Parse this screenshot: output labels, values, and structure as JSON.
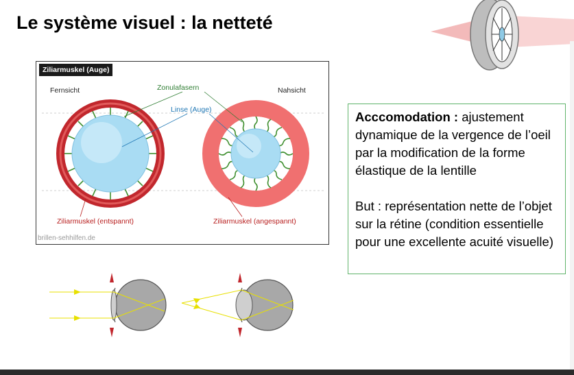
{
  "slide": {
    "title": "Le système visuel : la netteté"
  },
  "figure": {
    "header": "Ziliarmuskel (Auge)",
    "left_title": "Fernsicht",
    "right_title": "Nahsicht",
    "zonule_label": "Zonulafasern",
    "lens_label": "Linse (Auge)",
    "left_muscle_label": "Ziliarmuskel (entspannt)",
    "right_muscle_label": "Ziliarmuskel (angespannt)",
    "credit": "brillen-sehhilfen.de",
    "colors": {
      "muscle_relaxed": "#c1272d",
      "muscle_tense": "#f06b6b",
      "lens": "#9fd5f0",
      "fibers": "#3f8f2f",
      "label_green": "#2e7d32",
      "label_blue": "#1f77b4",
      "label_red": "#b71c1c"
    }
  },
  "text_box": {
    "term": "Acccomodation :",
    "definition": " ajustement dynamique de la vergence de l’oeil par la modification de la forme élastique de la lentille",
    "goal": "But : représentation nette de l’objet sur la rétine (condition essentielle pour une excellente acuité visuelle)"
  }
}
